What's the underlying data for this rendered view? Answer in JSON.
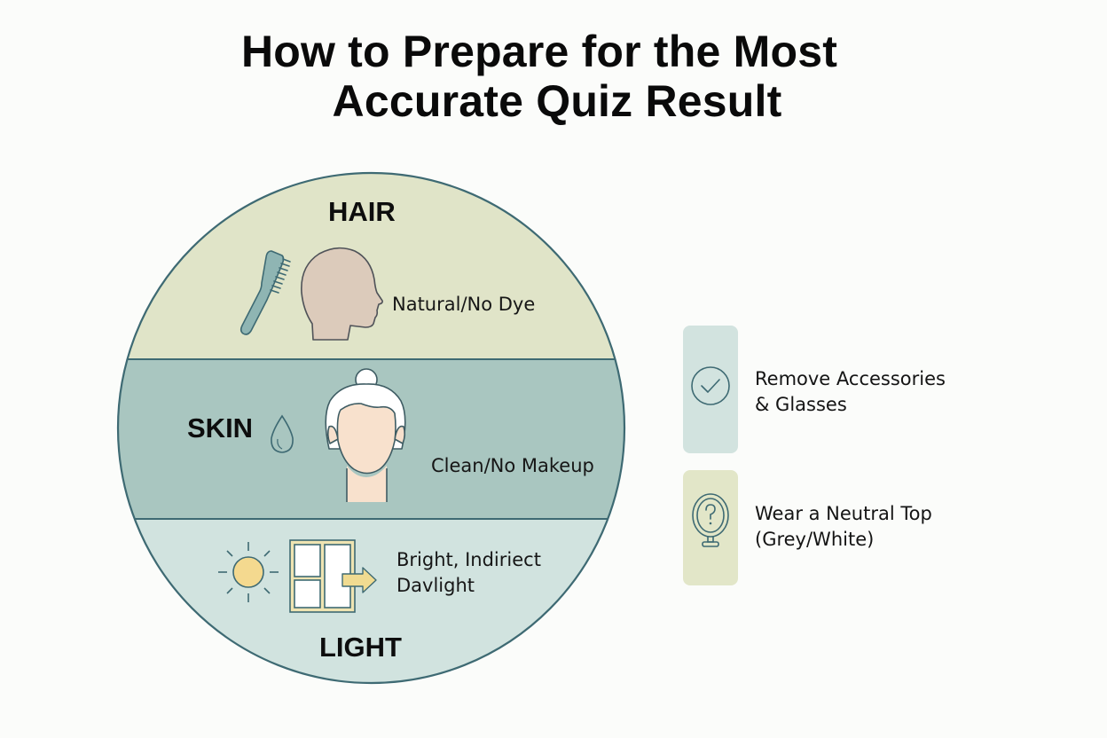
{
  "title": {
    "line1": "How to Prepare for the Most",
    "line2": "Accurate Quiz Result"
  },
  "circle": {
    "segments": [
      {
        "key": "hair",
        "label": "HAIR",
        "text": "Natural/No Dye",
        "color": "#e0e4c8",
        "icons": [
          "hairbrush-icon",
          "head-profile-icon"
        ]
      },
      {
        "key": "skin",
        "label": "SKIN",
        "text": "Clean/No Makeup",
        "color": "#a9c6c0",
        "icons": [
          "water-drop-icon",
          "face-icon"
        ]
      },
      {
        "key": "light",
        "label": "LIGHT",
        "text_line1": "Bright, Indiriect",
        "text_line2": "Davlight",
        "color": "#d1e3df",
        "icons": [
          "sun-icon",
          "window-icon",
          "arrow-right-icon"
        ]
      }
    ],
    "outline_color": "#3e6a73"
  },
  "tips": [
    {
      "line1": "Remove Accessories",
      "line2": "& Glasses",
      "icon": "check-circle-icon",
      "card_color": "#d2e3df"
    },
    {
      "line1": "Wear a Neutral Top",
      "line2": "(Grey/White)",
      "icon": "mirror-question-icon",
      "card_color": "#e2e6c8"
    }
  ]
}
